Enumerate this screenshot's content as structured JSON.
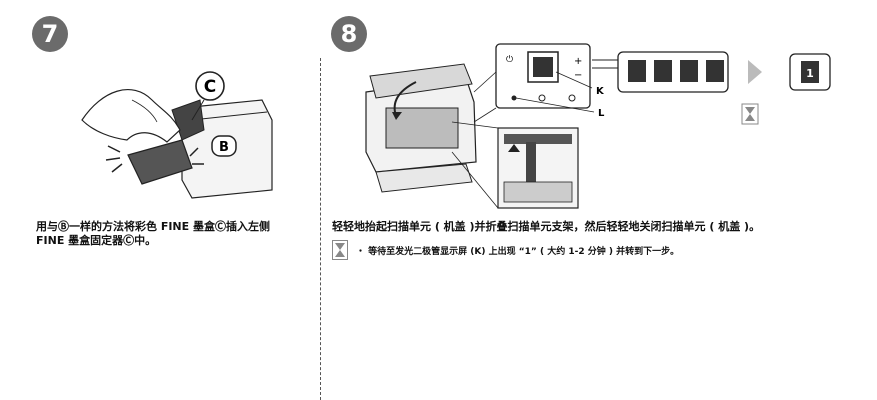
{
  "step7": {
    "number": "7",
    "label_c": "C",
    "label_b": "B",
    "instruction_line1": "用与Ⓑ一样的方法将彩色 FINE 墨盒Ⓒ插入左侧",
    "instruction_line2": "FINE 墨盒固定器Ⓒ中。"
  },
  "step8": {
    "number": "8",
    "label_k": "K",
    "label_l": "L",
    "panel_plus": "+",
    "panel_minus": "−",
    "display_final": "1",
    "instruction": "轻轻地抬起扫描单元 ( 机盖 )并折叠扫描单元支架，然后轻轻地关闭扫描单元 ( 机盖 )。",
    "note": "・ 等待至发光二极管显示屏 (K) 上出现 “1” ( 大约 1-2 分钟 ) 并转到下一步。"
  },
  "colors": {
    "badge": "#6b6b6b",
    "line": "#222222",
    "dark": "#333333",
    "gray": "#888888"
  }
}
